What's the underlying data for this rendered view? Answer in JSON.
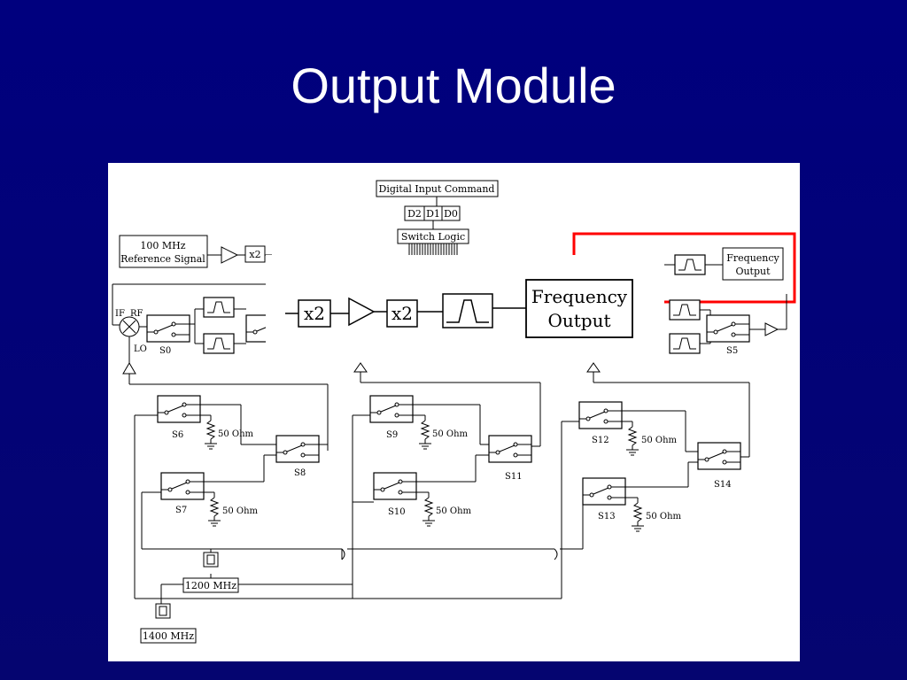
{
  "slide": {
    "title": "Output Module"
  },
  "diagram": {
    "digital_input_command": "Digital Input Command",
    "bits": [
      "D2",
      "D1",
      "D0"
    ],
    "switch_logic": "Switch Logic",
    "reference_signal": {
      "line1": "100 MHz",
      "line2": "Reference Signal"
    },
    "multiplier": "x2",
    "frequency_output": {
      "line1": "Frequency",
      "line2": "Output"
    },
    "mixer": {
      "if": "IF",
      "rf": "RF",
      "lo": "LO"
    },
    "switches": [
      "S0",
      "S5",
      "S6",
      "S7",
      "S8",
      "S9",
      "S10",
      "S11",
      "S12",
      "S13",
      "S14"
    ],
    "termination": "50 Ohm",
    "sources": [
      "1200 MHz",
      "1400 MHz"
    ],
    "highlight_color": "#ff0000"
  },
  "zoom_inset": {
    "multipliers": [
      "x2",
      "x2"
    ],
    "frequency_output": {
      "line1": "Frequency",
      "line2": "Output"
    }
  }
}
